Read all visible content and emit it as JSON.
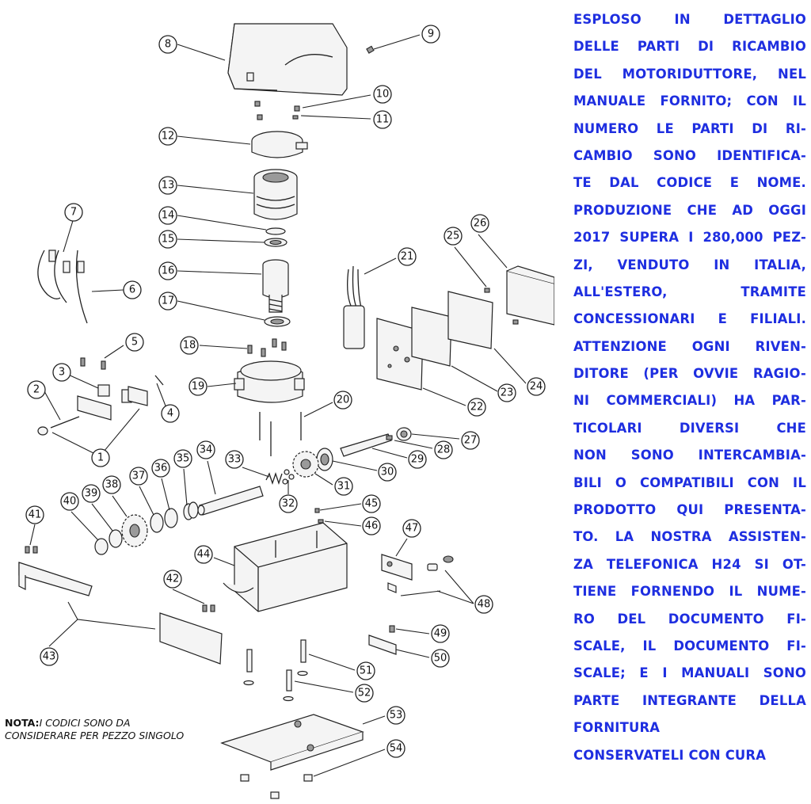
{
  "side_text": {
    "lines": [
      "ESPLOSO IN DETTAGLIO",
      "DELLE PARTI DI RICAMBIO",
      "DEL MOTORIDUTTORE, NEL",
      "MANUALE FORNITO; CON IL",
      "NUMERO LE PARTI DI RI-",
      "CAMBIO SONO IDENTIFICA-",
      "TE DAL CODICE E NOME.",
      "PRODUZIONE CHE AD OGGI",
      "2017 SUPERA I 280,000 PEZ-",
      "ZI, VENDUTO IN ITALIA,",
      "ALL'ESTERO, TRAMITE",
      "CONCESSIONARI E FILIALI.",
      "ATTENZIONE OGNI RIVEN-",
      "DITORE (PER OVVIE RAGIO-",
      "NI COMMERCIALI) HA PAR-",
      "TICOLARI DIVERSI CHE",
      "NON SONO INTERCAMBIA-",
      "BILI O COMPATIBILI CON IL",
      "PRODOTTO QUI PRESENTA-",
      "TO. LA NOSTRA ASSISTEN-",
      "ZA TELEFONICA H24 SI OT-",
      "TIENE FORNENDO IL NUME-",
      "RO DEL DOCUMENTO FI-",
      "SCALE, IL DOCUMENTO FI-",
      "SCALE; E I MANUALI SONO",
      "PARTE INTEGRANTE DELLA",
      "FORNITURA"
    ],
    "closing": "CONSERVATELI CON CURA"
  },
  "note": {
    "label": "NOTA:",
    "text": "I CODICI SONO DA CONSIDERARE PER PEZZO SINGOLO"
  },
  "callouts": [
    "1",
    "2",
    "3",
    "4",
    "5",
    "6",
    "7",
    "8",
    "9",
    "10",
    "11",
    "12",
    "13",
    "14",
    "15",
    "16",
    "17",
    "18",
    "19",
    "20",
    "21",
    "22",
    "23",
    "24",
    "25",
    "26",
    "27",
    "28",
    "29",
    "30",
    "31",
    "32",
    "33",
    "34",
    "35",
    "36",
    "37",
    "38",
    "39",
    "40",
    "41",
    "42",
    "43",
    "44",
    "45",
    "46",
    "47",
    "48",
    "49",
    "50",
    "51",
    "52",
    "53",
    "54"
  ],
  "colors": {
    "side_text": "#1e2ee0",
    "line_art": "#222222"
  }
}
